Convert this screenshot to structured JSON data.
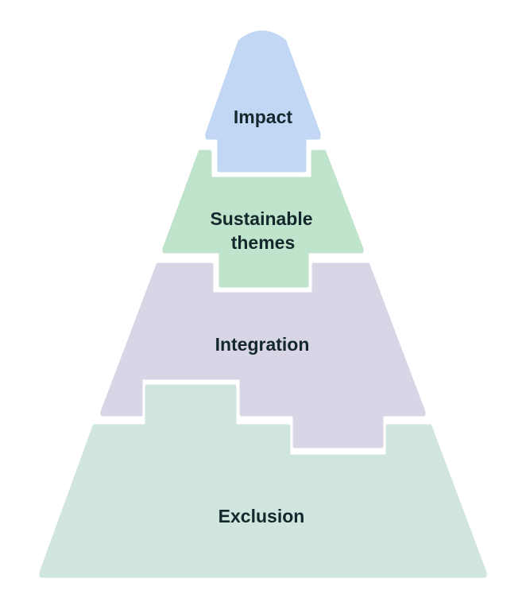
{
  "colors": {
    "impact": "#c2d7f3",
    "sustainable_themes": "#c0e3cb",
    "integration": "#d8d5e7",
    "exclusion": "#cfe5dd",
    "text": "#13282c"
  },
  "tiers": {
    "impact": "Impact",
    "sustainable_themes_line1": "Sustainable",
    "sustainable_themes_line2": "themes",
    "integration": "Integration",
    "exclusion": "Exclusion"
  }
}
